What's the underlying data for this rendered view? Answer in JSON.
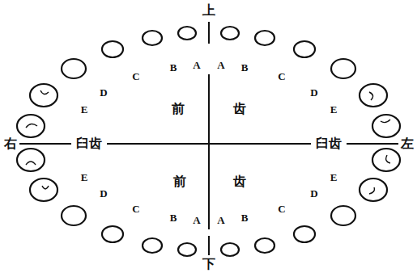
{
  "diagram": {
    "labels": [
      "上",
      "E",
      "D",
      "C",
      "B",
      "A",
      "A",
      "B",
      "C",
      "D",
      "E",
      "前",
      "齿",
      "右",
      "臼齿",
      "臼齿",
      "左",
      "前",
      "齿",
      "E",
      "D",
      "C",
      "B",
      "A",
      "A",
      "B",
      "C",
      "D",
      "E",
      "下"
    ]
  }
}
